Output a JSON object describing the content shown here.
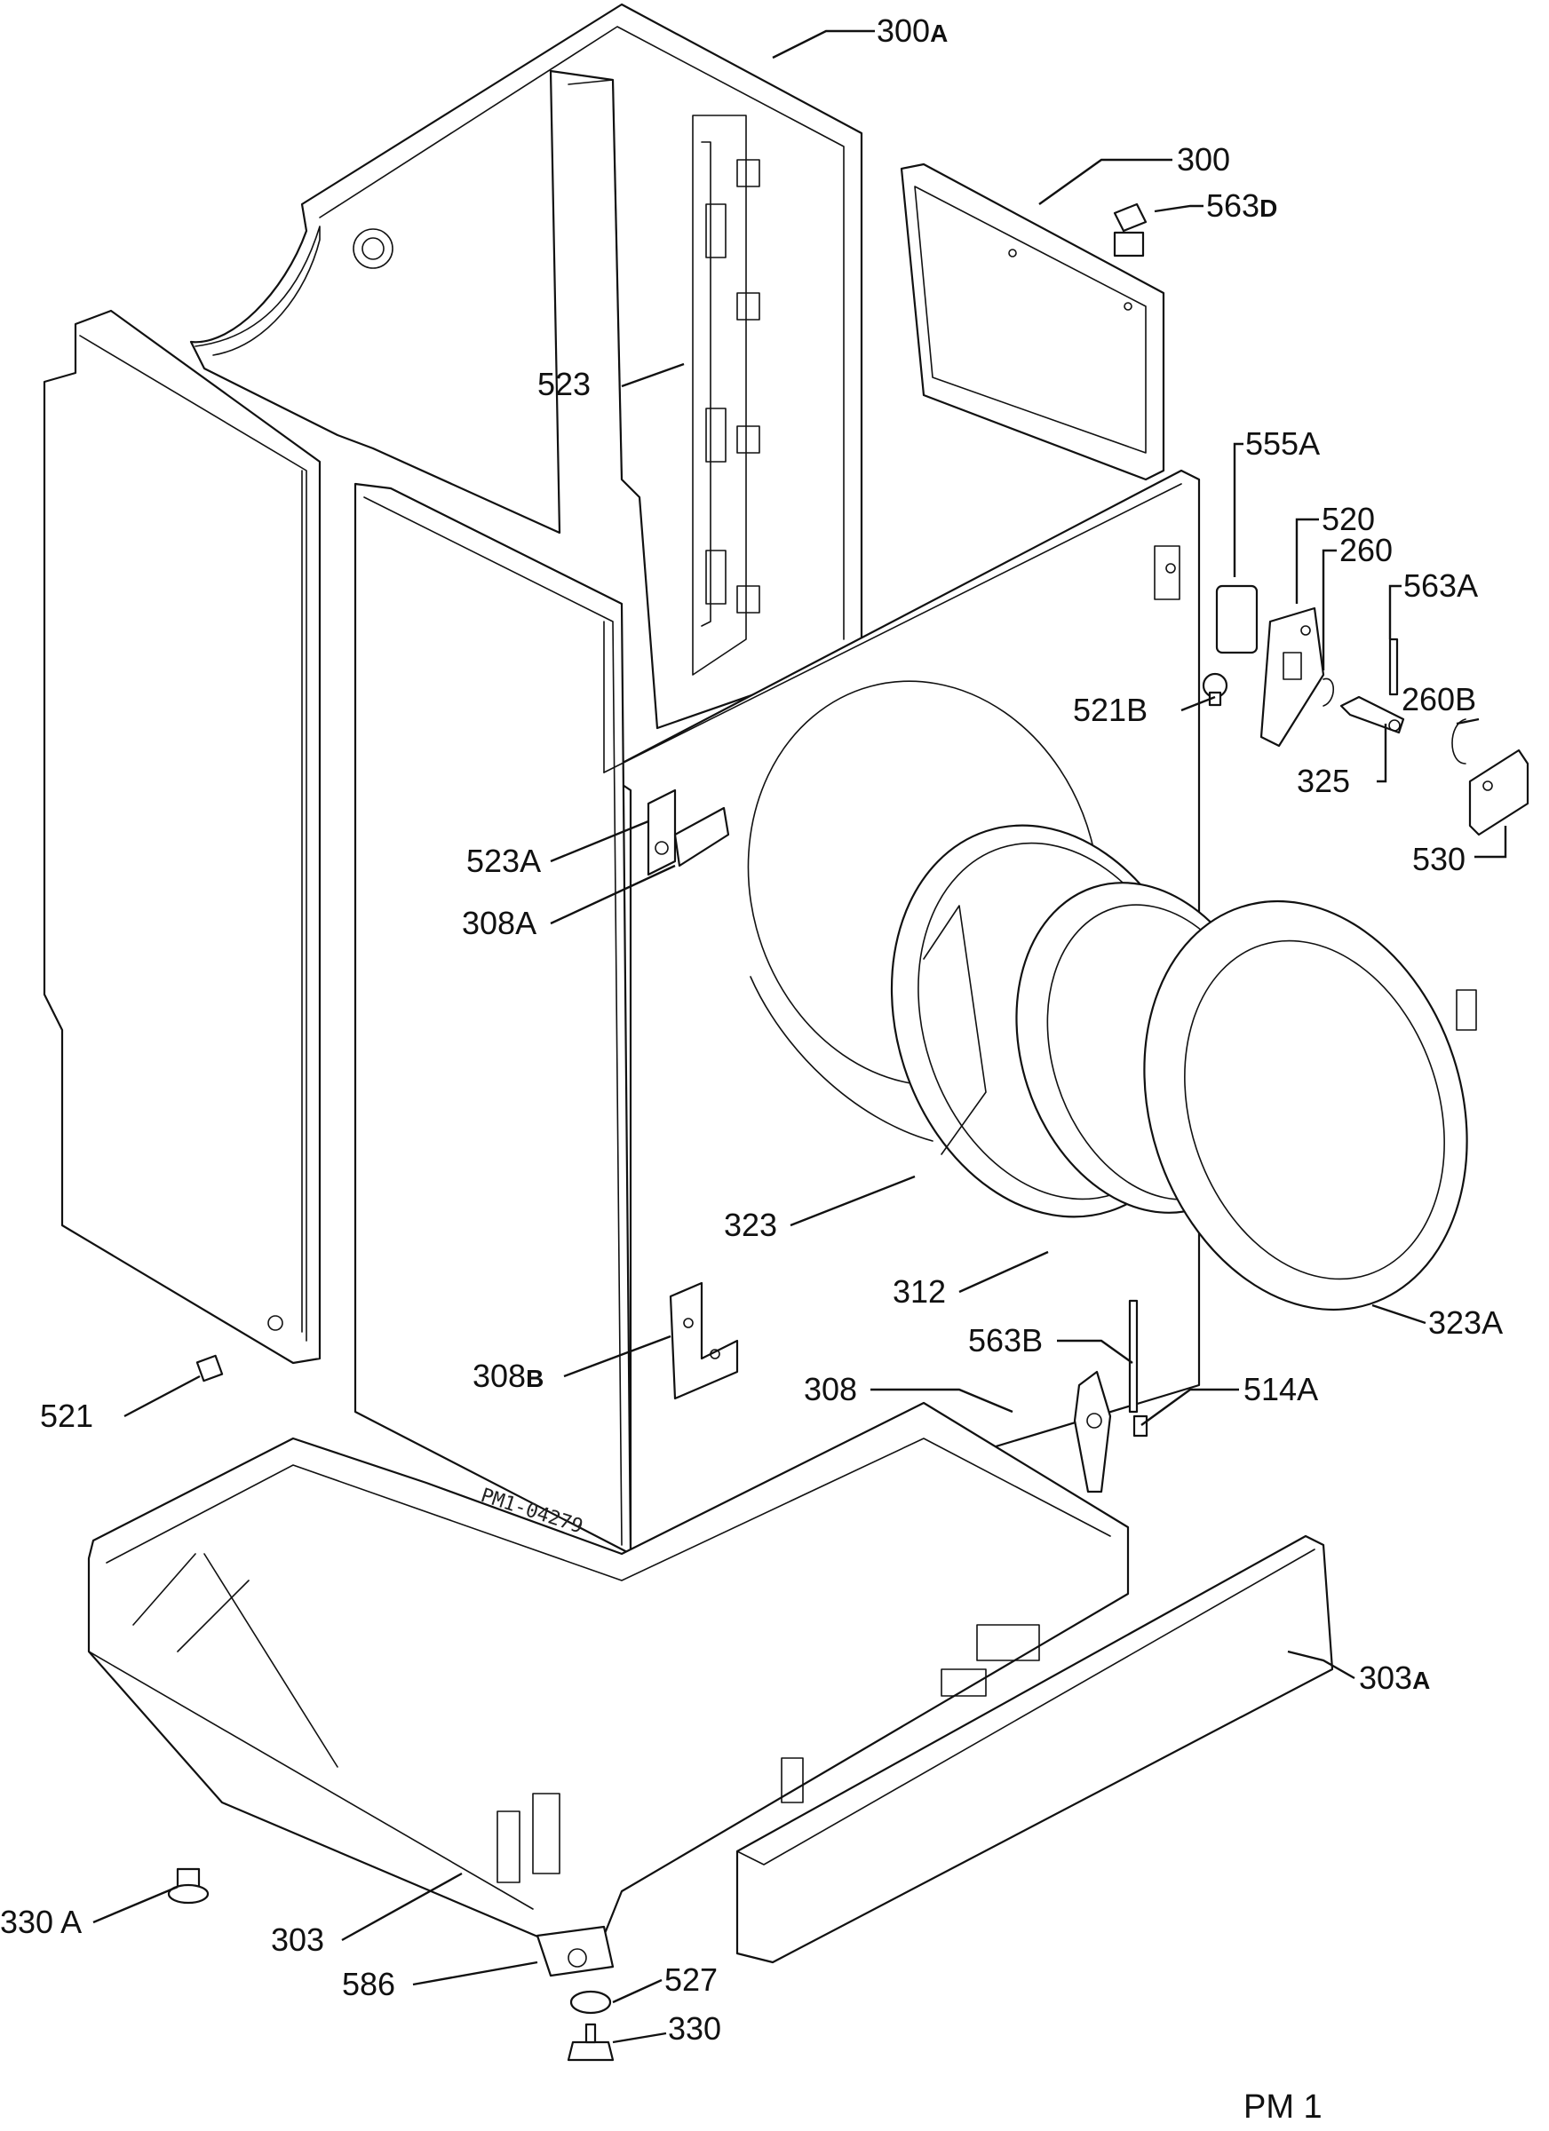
{
  "callouts": [
    {
      "id": "300A",
      "num": "300",
      "suffix": "A"
    },
    {
      "id": "300",
      "num": "300",
      "suffix": ""
    },
    {
      "id": "563D",
      "num": "563",
      "suffix": "D"
    },
    {
      "id": "523",
      "num": "523",
      "suffix": ""
    },
    {
      "id": "555A",
      "num": "555A",
      "suffix": ""
    },
    {
      "id": "520",
      "num": "520",
      "suffix": ""
    },
    {
      "id": "260",
      "num": "260",
      "suffix": ""
    },
    {
      "id": "563A",
      "num": "563A",
      "suffix": ""
    },
    {
      "id": "521B",
      "num": "521B",
      "suffix": ""
    },
    {
      "id": "260B",
      "num": "260B",
      "suffix": ""
    },
    {
      "id": "325",
      "num": "325",
      "suffix": ""
    },
    {
      "id": "530",
      "num": "530",
      "suffix": ""
    },
    {
      "id": "523A",
      "num": "523A",
      "suffix": ""
    },
    {
      "id": "308A",
      "num": "308A",
      "suffix": ""
    },
    {
      "id": "323",
      "num": "323",
      "suffix": ""
    },
    {
      "id": "312",
      "num": "312",
      "suffix": ""
    },
    {
      "id": "323A",
      "num": "323A",
      "suffix": ""
    },
    {
      "id": "563B",
      "num": "563B",
      "suffix": ""
    },
    {
      "id": "308B",
      "num": "308",
      "suffix": "B"
    },
    {
      "id": "308",
      "num": "308",
      "suffix": ""
    },
    {
      "id": "514A",
      "num": "514A",
      "suffix": ""
    },
    {
      "id": "521",
      "num": "521",
      "suffix": ""
    },
    {
      "id": "303A",
      "num": "303",
      "suffix": "A"
    },
    {
      "id": "330A",
      "num": "330 A",
      "suffix": ""
    },
    {
      "id": "303",
      "num": "303",
      "suffix": ""
    },
    {
      "id": "586",
      "num": "586",
      "suffix": ""
    },
    {
      "id": "527",
      "num": "527",
      "suffix": ""
    },
    {
      "id": "330",
      "num": "330",
      "suffix": ""
    }
  ],
  "stamp": "PM1-04279",
  "sheet_label": "PM 1"
}
